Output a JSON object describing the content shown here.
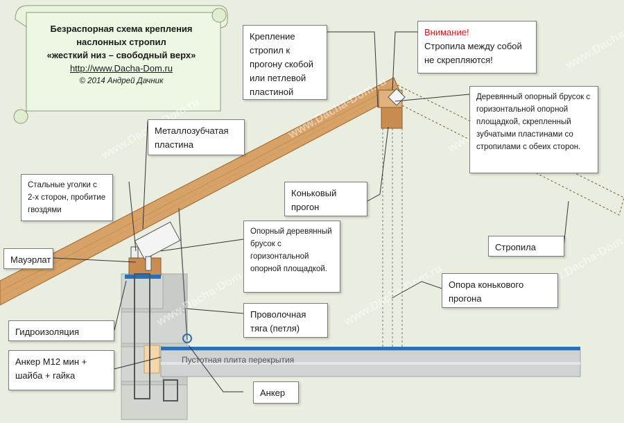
{
  "header": {
    "title_lines": [
      "Безраспорная схема крепления",
      "наслонных стропил",
      "«жесткий низ – свободный верх»"
    ],
    "url": "http://www.Dacha-Dom.ru",
    "copyright": "© 2014 Андрей Дачник"
  },
  "labels": {
    "rafter_fastening": "Крепление стропил к прогону скобой или петлевой пластиной",
    "warning_title": "Внимание!",
    "warning_text": "Стропила между собой не скрепляются!",
    "ridge_support_block": "Деревянный опорный брусок с горизонтальной опорной площадкой, скрепленный зубчатыми пластинами со стропилами с обеих сторон.",
    "gang_nail_plate": "Металлозубчатая пластина",
    "steel_angles": "Стальные уголки с 2-х сторон, пробитие гвоздями",
    "ridge_purlin": "Коньковый прогон",
    "rafters": "Стропила",
    "mauerlat": "Мауэрлат",
    "support_block": "Опорный деревянный брусок с горизонтальной опорной площадкой.",
    "ridge_purlin_support": "Опора конькового прогона",
    "wire_tie": "Проволочная тяга (петля)",
    "waterproofing": "Гидроизоляция",
    "anchor_bolt": "Анкер  М12 мин + шайба + гайка",
    "anchor": "Анкер",
    "slab": "Пустотная плита перекрытия"
  },
  "watermark": "www.Dacha-Dom.ru",
  "colors": {
    "background": "#eaeee0",
    "wood": "#d7a267",
    "wood_dark": "#a9703a",
    "masonry": "#c9cbc6",
    "slab": "#cfd3d3",
    "waterproof": "#2c6fb3",
    "warning": "#d01818",
    "leader": "#333333"
  }
}
